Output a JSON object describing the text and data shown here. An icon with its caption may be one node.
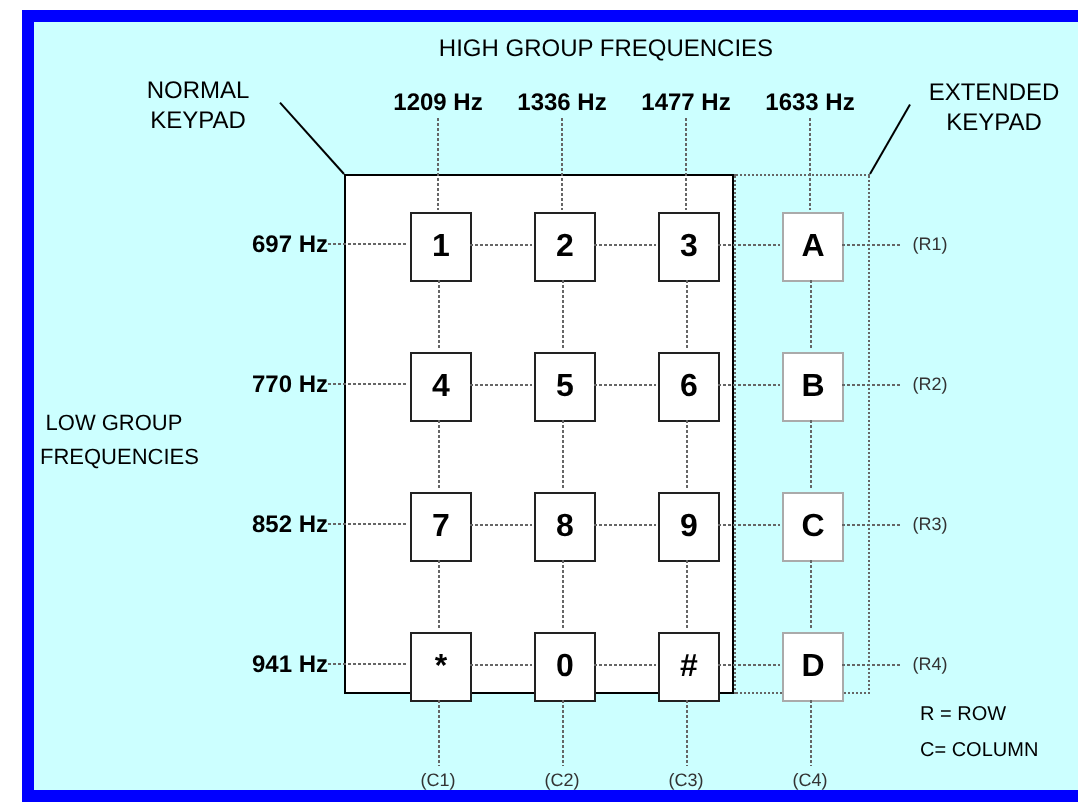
{
  "diagram": {
    "nodes": [
      {
        "text": [
          "NORMAL KEYPAD"
        ]
      },
      {
        "text": [
          "1209 Hz"
        ]
      },
      {
        "text": [
          "1336 Hz"
        ]
      },
      {
        "text": [
          "1477 Hz"
        ]
      },
      {
        "text": [
          "1633 Hz"
        ]
      },
      {
        "text": [
          "EXTENDED KEYPAD"
        ]
      },
      {
        "text": [],
        "shape": "box"
      },
      {
        "text": [],
        "shape": "box"
      },
      {
        "text": [
          "1"
        ],
        "in": 6
      },
      {
        "text": [
          "2"
        ],
        "in": 6
      },
      {
        "text": [
          "3"
        ],
        "in": 6
      },
      {
        "text": [
          "A"
        ],
        "in": 7
      },
      {
        "text": [
          "4"
        ],
        "in": 6
      },
      {
        "text": [
          "5"
        ],
        "in": 6
      },
      {
        "text": [
          "6"
        ],
        "in": 6
      },
      {
        "text": [
          "B"
        ],
        "in": 7
      },
      {
        "text": [
          "7"
        ],
        "in": 6
      },
      {
        "text": [
          "8"
        ],
        "in": 6
      },
      {
        "text": [
          "9"
        ],
        "in": 6
      },
      {
        "text": [
          "C"
        ],
        "in": 7
      },
      {
        "text": [
          "*"
        ],
        "in": 6
      },
      {
        "text": [
          "0"
        ],
        "in": 6
      },
      {
        "text": [
          "#"
        ],
        "in": 6
      },
      {
        "text": [
          "D"
        ],
        "in": 7
      },
      {
        "text": [
          "697 Hz"
        ]
      },
      {
        "text": [
          "770 Hz"
        ]
      },
      {
        "text": [
          "852 Hz"
        ]
      },
      {
        "text": [
          "941 Hz"
        ]
      },
      {
        "text": [
          "(R1)"
        ]
      },
      {
        "text": [
          "(R2)"
        ]
      },
      {
        "text": [
          "(R3)"
        ]
      },
      {
        "text": [
          "(R4)"
        ]
      },
      {
        "text": [
          "(C1)"
        ]
      },
      {
        "text": [
          "(C2)"
        ]
      },
      {
        "text": [
          "(C3)"
        ]
      },
      {
        "text": [
          "(C4)"
        ]
      }
    ],
    "edges": [
      {
        "from": 0,
        "to": 6,
        "arrow": "none",
        "color": "#000000"
      },
      {
        "from": 5,
        "to": 7,
        "arrow": "none",
        "color": "#000000"
      },
      {
        "from": 24,
        "to": 8,
        "arrow": "none",
        "style": "dashed"
      },
      {
        "from": 8,
        "to": 9,
        "arrow": "none",
        "style": "dashed"
      },
      {
        "from": 9,
        "to": 10,
        "arrow": "none",
        "style": "dashed"
      },
      {
        "from": 10,
        "to": 11,
        "arrow": "none",
        "style": "dashed"
      },
      {
        "from": 11,
        "to": 28,
        "arrow": "none",
        "style": "dashed"
      },
      {
        "from": 25,
        "to": 12,
        "arrow": "none",
        "style": "dashed"
      },
      {
        "from": 12,
        "to": 13,
        "arrow": "none",
        "style": "dashed"
      },
      {
        "from": 13,
        "to": 14,
        "arrow": "none",
        "style": "dashed"
      },
      {
        "from": 14,
        "to": 15,
        "arrow": "none",
        "style": "dashed"
      },
      {
        "from": 15,
        "to": 29,
        "arrow": "none",
        "style": "dashed"
      },
      {
        "from": 26,
        "to": 16,
        "arrow": "none",
        "style": "dashed"
      },
      {
        "from": 16,
        "to": 17,
        "arrow": "none",
        "style": "dashed"
      },
      {
        "from": 17,
        "to": 18,
        "arrow": "none",
        "style": "dashed"
      },
      {
        "from": 18,
        "to": 19,
        "arrow": "none",
        "style": "dashed"
      },
      {
        "from": 19,
        "to": 30,
        "arrow": "none",
        "style": "dashed"
      },
      {
        "from": 27,
        "to": 20,
        "arrow": "none",
        "style": "dashed"
      },
      {
        "from": 20,
        "to": 21,
        "arrow": "none",
        "style": "dashed"
      },
      {
        "from": 21,
        "to": 22,
        "arrow": "none",
        "style": "dashed"
      },
      {
        "from": 22,
        "to": 23,
        "arrow": "none",
        "style": "dashed"
      },
      {
        "from": 23,
        "to": 31,
        "arrow": "none",
        "style": "dashed"
      },
      {
        "from": 1,
        "to": 8,
        "arrow": "none",
        "style": "dashed"
      },
      {
        "from": 8,
        "to": 12,
        "arrow": "none",
        "style": "dashed"
      },
      {
        "from": 12,
        "to": 16,
        "arrow": "none",
        "style": "dashed"
      },
      {
        "from": 16,
        "to": 20,
        "arrow": "none",
        "style": "dashed"
      },
      {
        "from": 20,
        "to": 32,
        "arrow": "none",
        "style": "dashed"
      },
      {
        "from": 2,
        "to": 9,
        "arrow": "none",
        "style": "dashed"
      },
      {
        "from": 9,
        "to": 13,
        "arrow": "none",
        "style": "dashed"
      },
      {
        "from": 13,
        "to": 17,
        "arrow": "none",
        "style": "dashed"
      },
      {
        "from": 17,
        "to": 21,
        "arrow": "none",
        "style": "dashed"
      },
      {
        "from": 21,
        "to": 33,
        "arrow": "none",
        "style": "dashed"
      },
      {
        "from": 3,
        "to": 10,
        "arrow": "none",
        "style": "dashed"
      },
      {
        "from": 10,
        "to": 14,
        "arrow": "none",
        "style": "dashed"
      },
      {
        "from": 14,
        "to": 18,
        "arrow": "none",
        "style": "dashed"
      },
      {
        "from": 18,
        "to": 22,
        "arrow": "none",
        "style": "dashed"
      },
      {
        "from": 22,
        "to": 34,
        "arrow": "none",
        "style": "dashed"
      },
      {
        "from": 4,
        "to": 11,
        "arrow": "none",
        "style": "dashed"
      },
      {
        "from": 11,
        "to": 15,
        "arrow": "none",
        "style": "dashed"
      },
      {
        "from": 15,
        "to": 19,
        "arrow": "none",
        "style": "dashed"
      },
      {
        "from": 19,
        "to": 23,
        "arrow": "none",
        "style": "dashed"
      },
      {
        "from": 23,
        "to": 35,
        "arrow": "none",
        "style": "dashed"
      }
    ],
    "labels": [
      "HIGH GROUP FREQUENCIES",
      "LOW GROUP FREQUENCIES",
      "R = ROW",
      "C= COLUMN"
    ]
  }
}
